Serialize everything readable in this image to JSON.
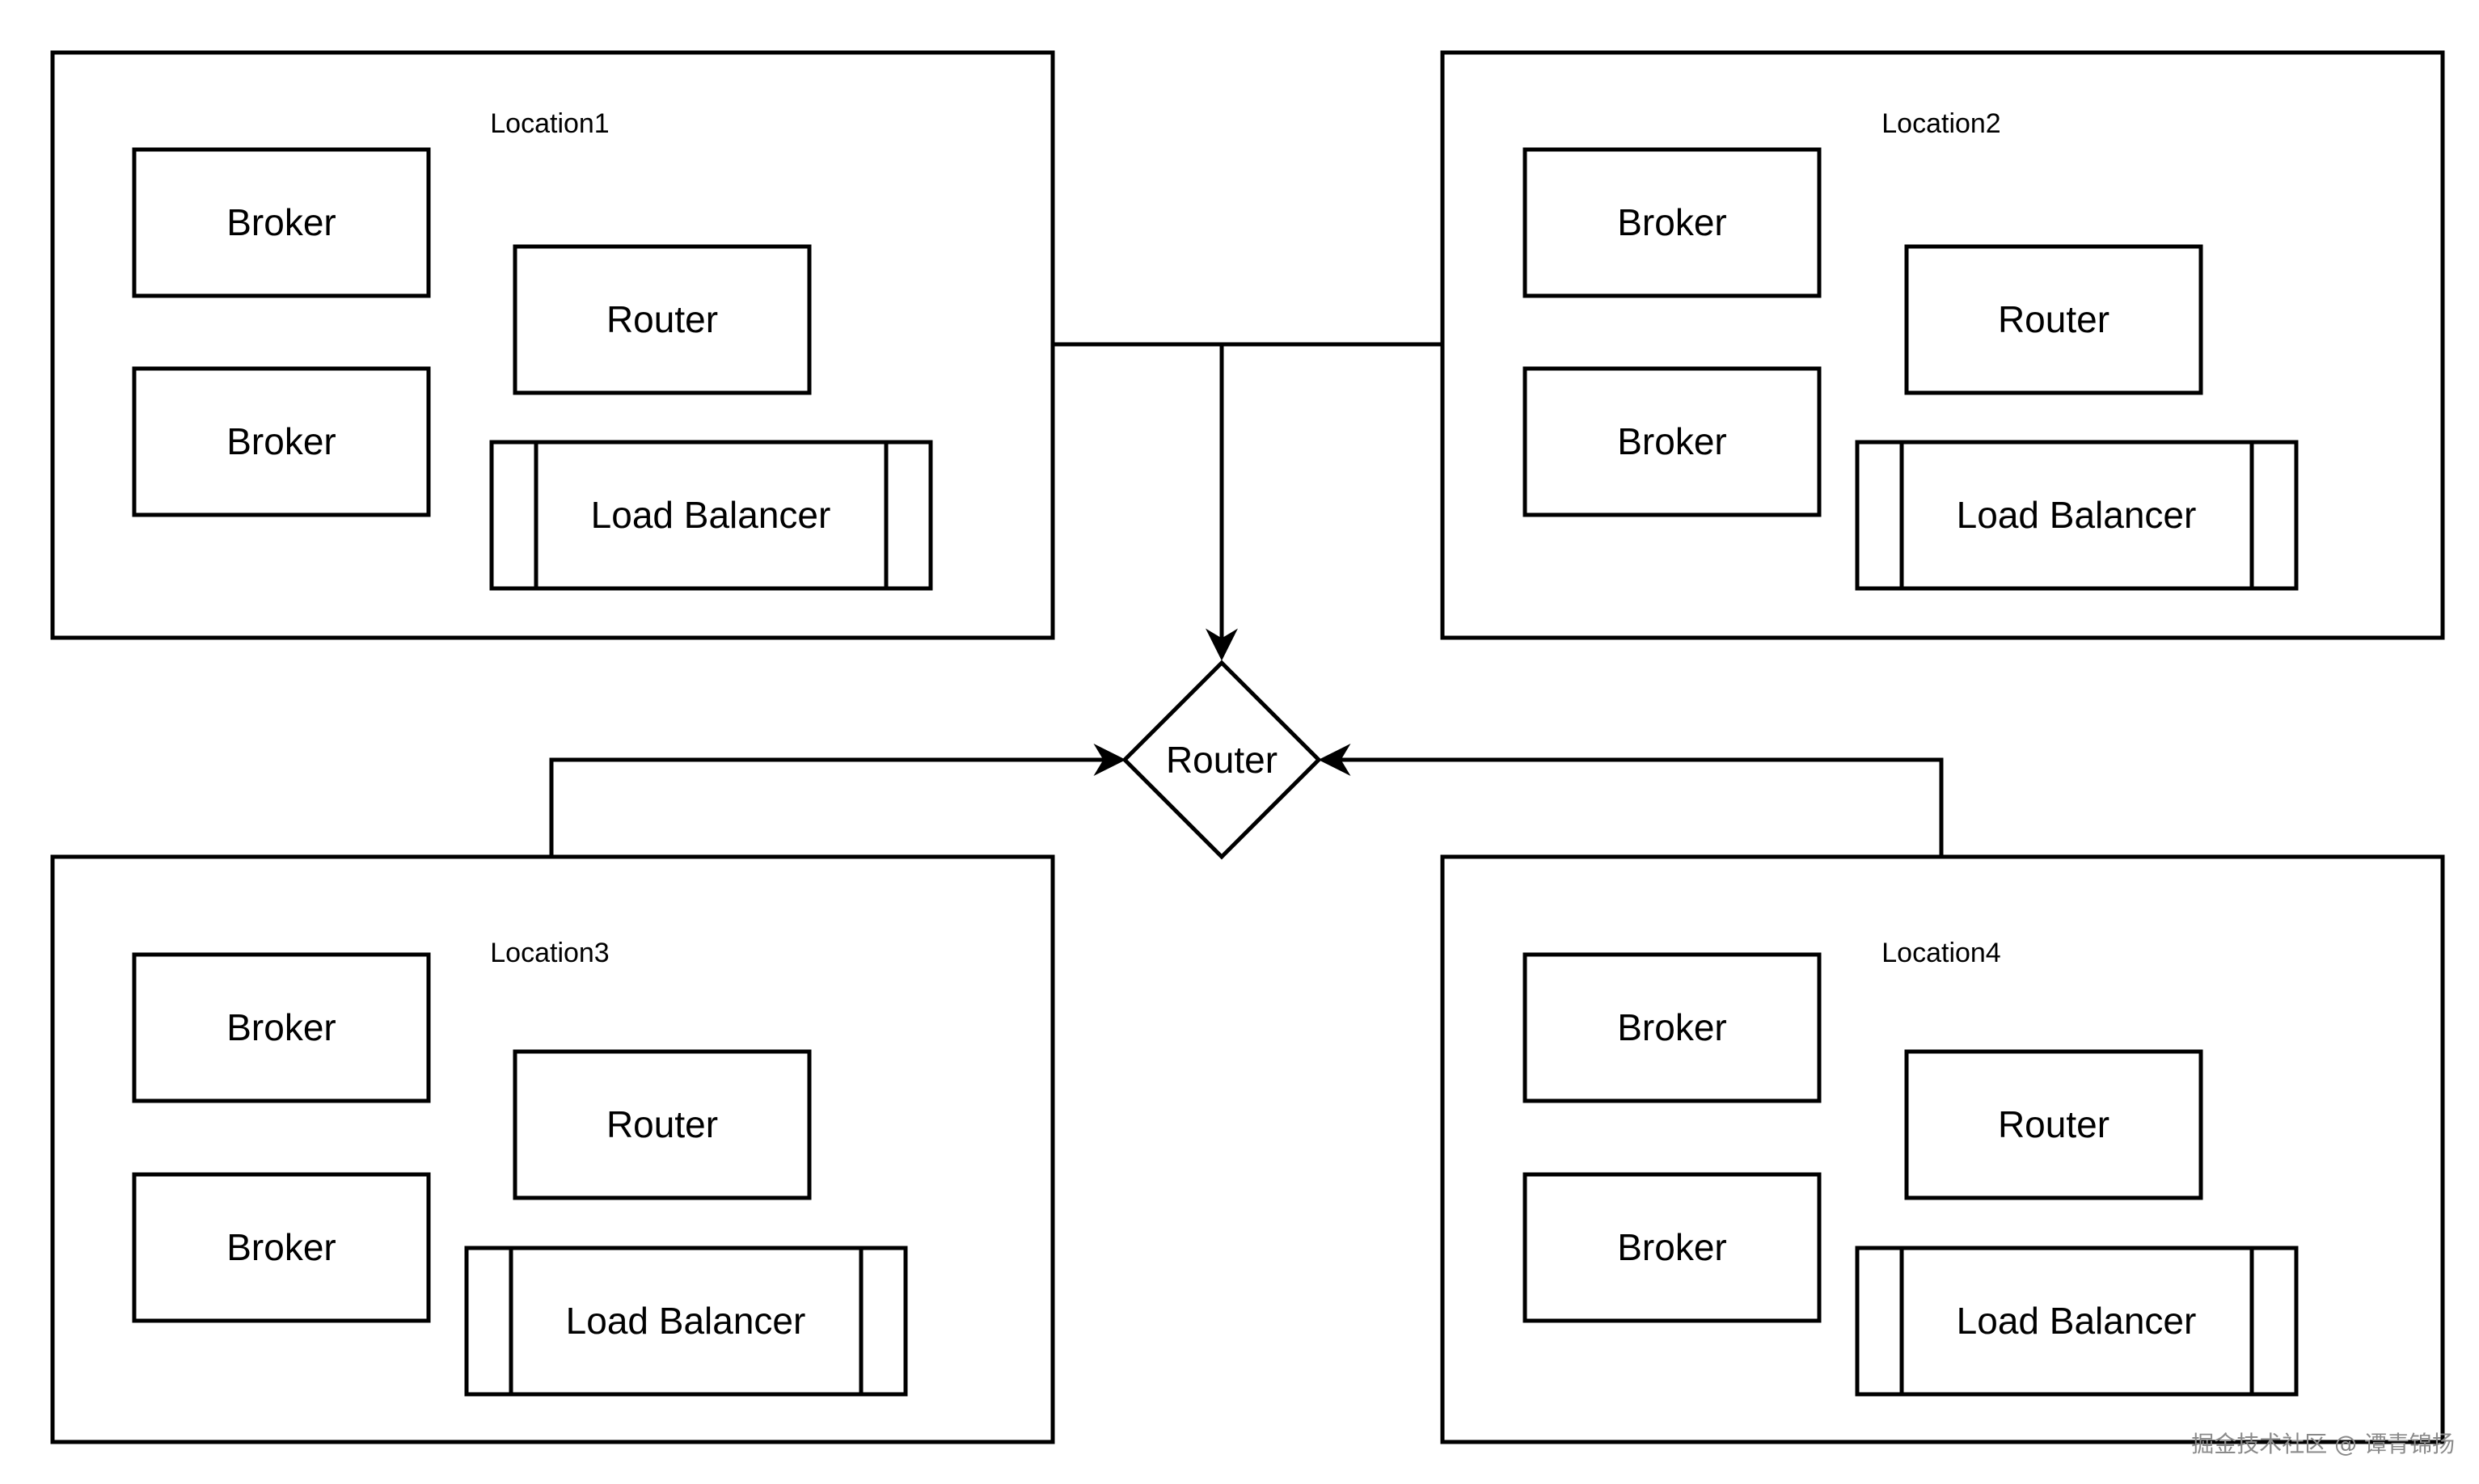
{
  "locations": [
    {
      "name": "Location1",
      "brokers": [
        "Broker",
        "Broker"
      ],
      "router": "Router",
      "load_balancer": "Load Balancer"
    },
    {
      "name": "Location2",
      "brokers": [
        "Broker",
        "Broker"
      ],
      "router": "Router",
      "load_balancer": "Load Balancer"
    },
    {
      "name": "Location3",
      "brokers": [
        "Broker",
        "Broker"
      ],
      "router": "Router",
      "load_balancer": "Load Balancer"
    },
    {
      "name": "Location4",
      "brokers": [
        "Broker",
        "Broker"
      ],
      "router": "Router",
      "load_balancer": "Load Balancer"
    }
  ],
  "central": {
    "label": "Router"
  },
  "watermark": "掘金技术社区 @ 谭青锦扬"
}
